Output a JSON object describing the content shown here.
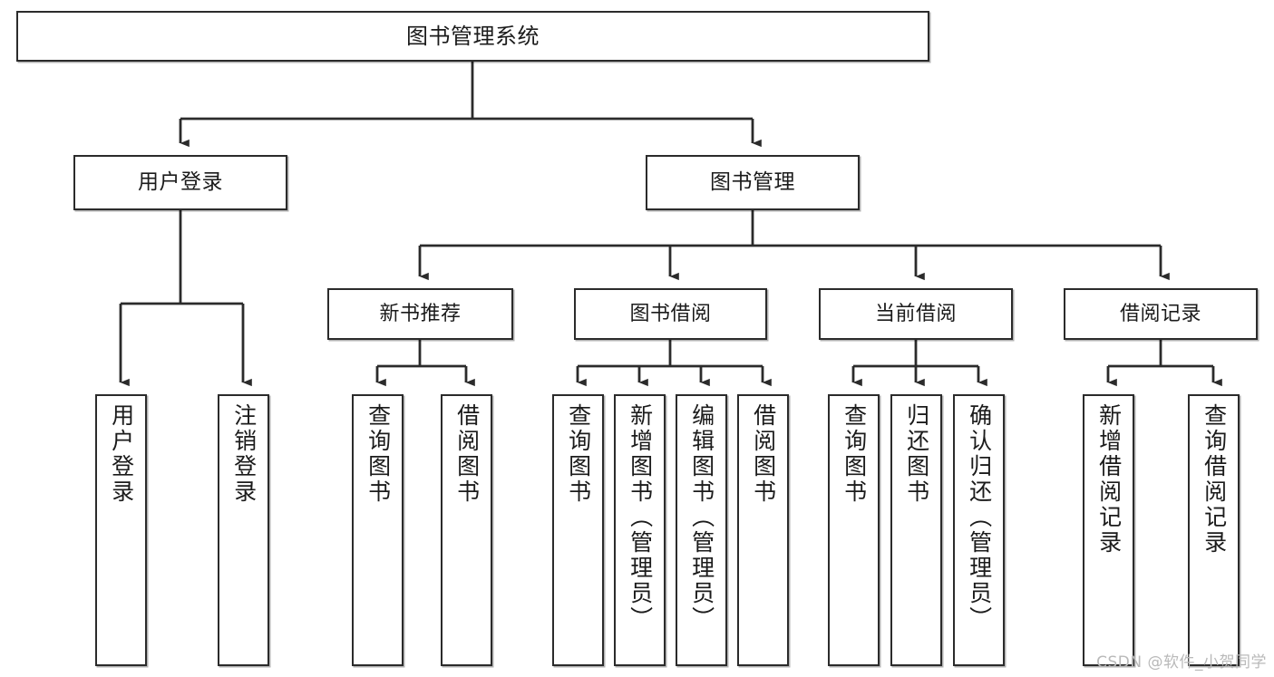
{
  "diagram": {
    "title": "图书管理系统",
    "type": "tree",
    "watermark": "CSDN @软件_小贺同学",
    "edge_color": "#2b2b2b",
    "box_border_color": "#2b2b2b",
    "box_fill_color": "#ffffff",
    "root": {
      "label": "图书管理系统"
    },
    "level2": [
      {
        "label": "用户登录"
      },
      {
        "label": "图书管理"
      }
    ],
    "level3": [
      {
        "label": "新书推荐"
      },
      {
        "label": "图书借阅"
      },
      {
        "label": "当前借阅"
      },
      {
        "label": "借阅记录"
      }
    ],
    "leaves": {
      "user_login": [
        {
          "label": "用户登录"
        },
        {
          "label": "注销登录"
        }
      ],
      "new_book_recommend": [
        {
          "label": "查询图书"
        },
        {
          "label": "借阅图书"
        }
      ],
      "book_borrow": [
        {
          "label": "查询图书"
        },
        {
          "label": "新增图书（管理员）"
        },
        {
          "label": "编辑图书（管理员）"
        },
        {
          "label": "借阅图书"
        }
      ],
      "current_borrow": [
        {
          "label": "查询图书"
        },
        {
          "label": "归还图书"
        },
        {
          "label": "确认归还（管理员）"
        }
      ],
      "borrow_record": [
        {
          "label": "新增借阅记录"
        },
        {
          "label": "查询借阅记录"
        }
      ]
    }
  }
}
